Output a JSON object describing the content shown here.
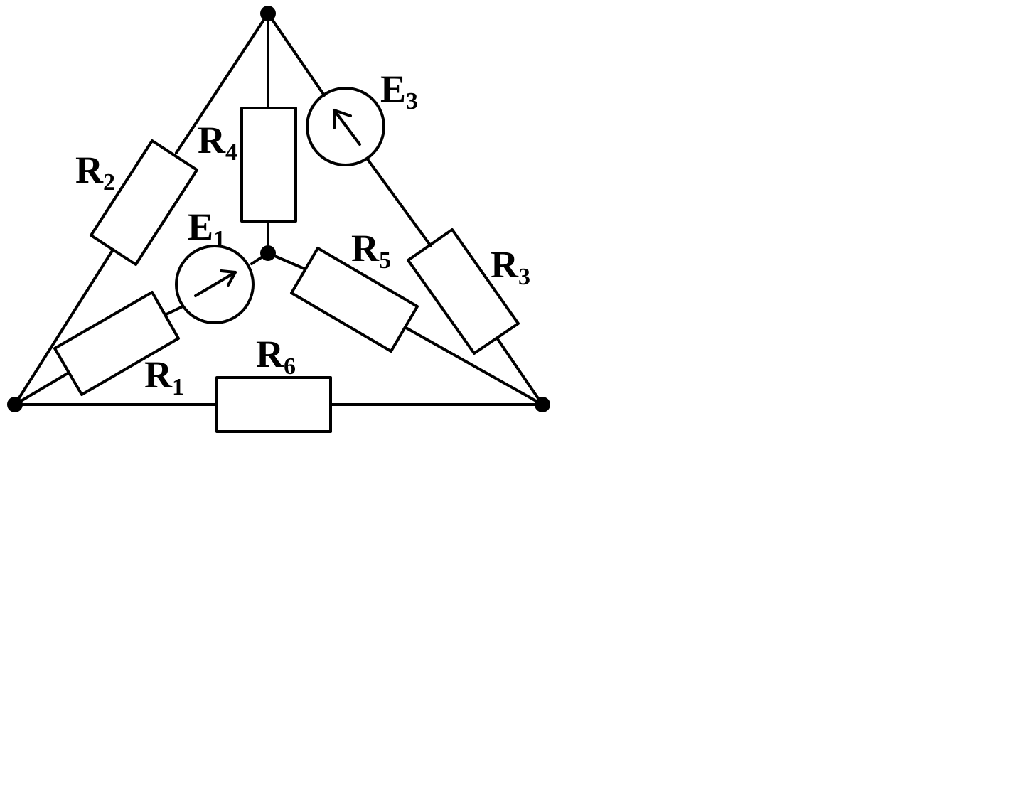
{
  "diagram": {
    "type": "circuit-schematic",
    "colors": {
      "line": "#000000",
      "background": "#ffffff"
    },
    "components": {
      "R1": {
        "kind": "resistor",
        "letter": "R",
        "sub": "1"
      },
      "R2": {
        "kind": "resistor",
        "letter": "R",
        "sub": "2"
      },
      "R3": {
        "kind": "resistor",
        "letter": "R",
        "sub": "3"
      },
      "R4": {
        "kind": "resistor",
        "letter": "R",
        "sub": "4"
      },
      "R5": {
        "kind": "resistor",
        "letter": "R",
        "sub": "5"
      },
      "R6": {
        "kind": "resistor",
        "letter": "R",
        "sub": "6"
      },
      "E1": {
        "kind": "voltage-source",
        "letter": "E",
        "sub": "1"
      },
      "E3": {
        "kind": "voltage-source",
        "letter": "E",
        "sub": "3"
      }
    },
    "nodes": [
      "top",
      "center",
      "bottom-left",
      "bottom-right"
    ]
  }
}
